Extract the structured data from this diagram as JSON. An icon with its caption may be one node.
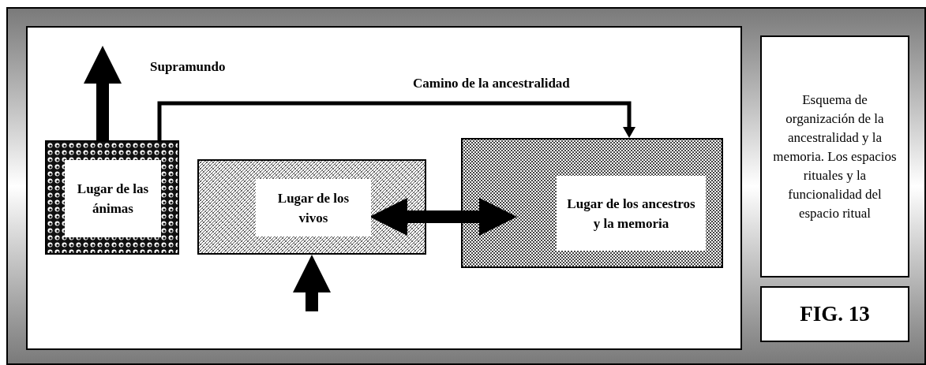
{
  "diagram": {
    "nodes": [
      {
        "text": [
          "Lugar de las ánimas"
        ]
      },
      {
        "text": [
          "Lugar de los vivos"
        ]
      },
      {
        "text": [
          "Lugar de los ancestros y la memoria"
        ]
      },
      {
        "text": [
          "Esquema de organización de la ancestralidad y la memoria. Los espacios rituales y la funcionalidad del espacio ritual"
        ]
      },
      {
        "text": [
          "FIG. 13"
        ]
      }
    ],
    "edges": [
      {
        "from": 0,
        "to": null,
        "arrow": "to"
      },
      {
        "from": 0,
        "to": 2,
        "arrow": "to",
        "label": "Camino de la ancestralidad"
      },
      {
        "from": 1,
        "to": 2,
        "arrow": "both"
      },
      {
        "from": null,
        "to": 1,
        "arrow": "to"
      }
    ],
    "labels": [
      "Supramundo"
    ]
  }
}
